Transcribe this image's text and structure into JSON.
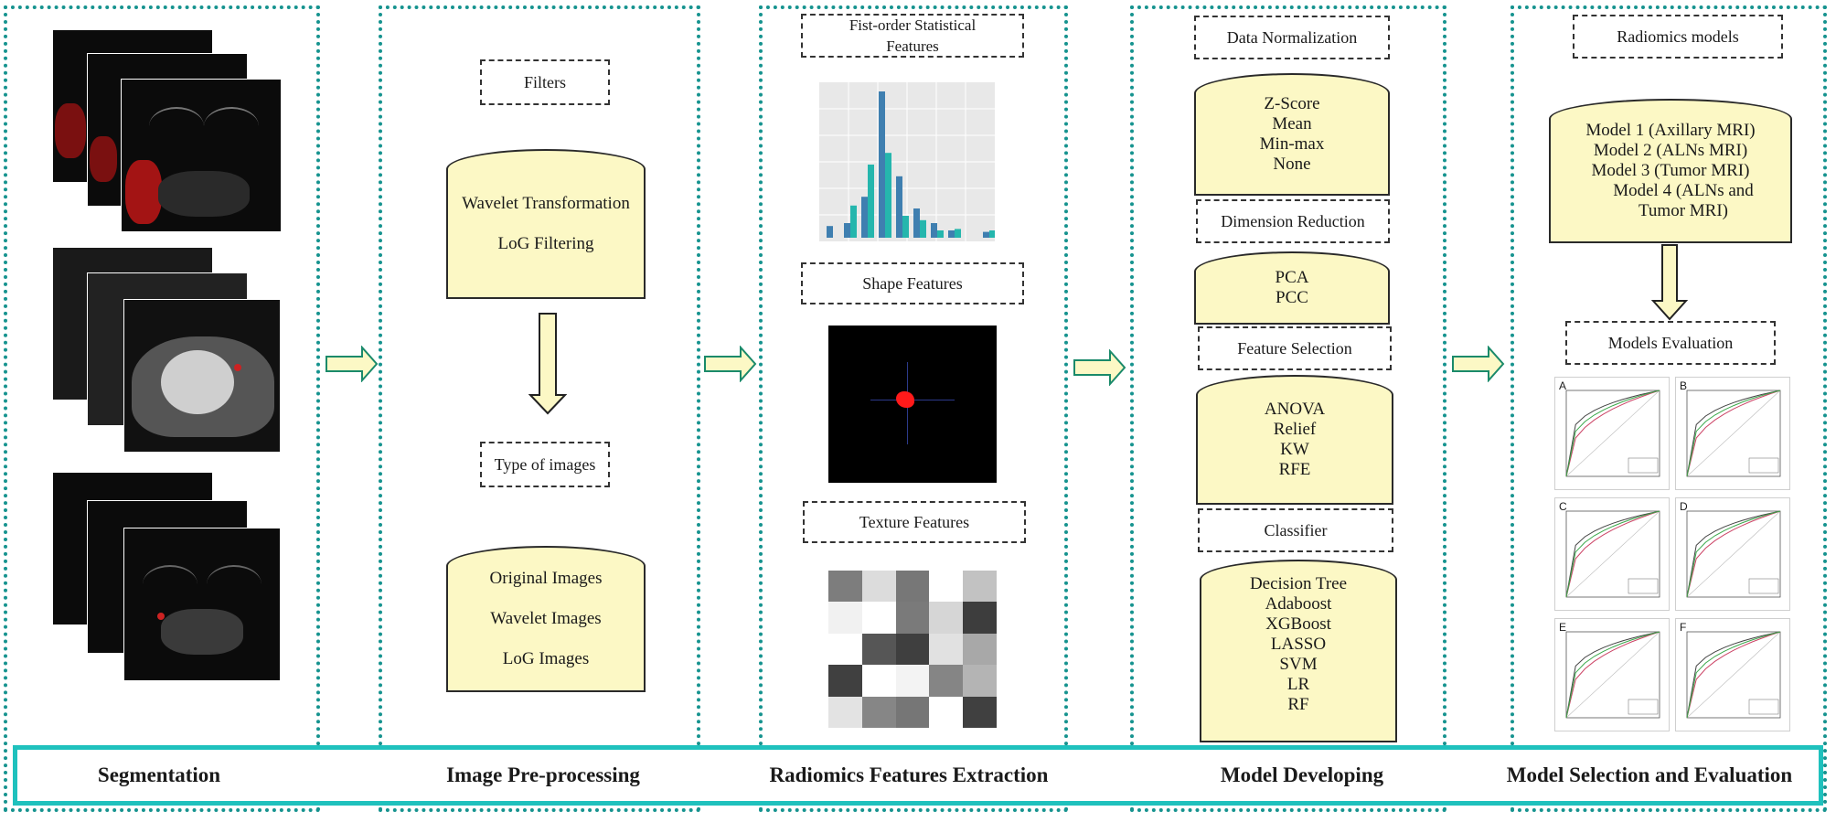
{
  "stages": [
    {
      "id": "segmentation",
      "label": "Segmentation"
    },
    {
      "id": "preprocessing",
      "label": "Image Pre-processing"
    },
    {
      "id": "extraction",
      "label": "Radiomics Features Extraction"
    },
    {
      "id": "developing",
      "label": "Model Developing"
    },
    {
      "id": "selection",
      "label": "Model Selection and Evaluation"
    }
  ],
  "preprocessing": {
    "filters_label": "Filters",
    "methods": [
      "Wavelet Transformation",
      "LoG Filtering"
    ],
    "type_label": "Type of images",
    "image_types": [
      "Original Images",
      "Wavelet Images",
      "LoG Images"
    ]
  },
  "extraction": {
    "first_order_label": "Fist-order Statistical Features",
    "shape_label": "Shape Features",
    "texture_label": "Texture Features",
    "histogram_bars_a": [
      0.08,
      0.1,
      0.28,
      1.0,
      0.42,
      0.2,
      0.1,
      0.05,
      0.0,
      0.04
    ],
    "histogram_bars_b": [
      0.0,
      0.22,
      0.5,
      0.58,
      0.15,
      0.12,
      0.05,
      0.06,
      0.0,
      0.05
    ],
    "texture_grid": [
      [
        "#7d7d7d",
        "#dcdcdc",
        "#777777",
        "#ffffff",
        "#c2c2c2"
      ],
      [
        "#f1f1f1",
        "#ffffff",
        "#7a7a7a",
        "#d6d6d6",
        "#3d3d3d"
      ],
      [
        "#ffffff",
        "#565656",
        "#3f3f3f",
        "#e1e1e1",
        "#a8a8a8"
      ],
      [
        "#404040",
        "#ffffff",
        "#f3f3f3",
        "#858585",
        "#b4b4b4"
      ],
      [
        "#e3e3e3",
        "#868686",
        "#767676",
        "#ffffff",
        "#404040"
      ]
    ]
  },
  "developing": {
    "normalization_label": "Data Normalization",
    "normalization_methods": [
      "Z-Score",
      "Mean",
      "Min-max",
      "None"
    ],
    "reduction_label": "Dimension Reduction",
    "reduction_methods": [
      "PCA",
      "PCC"
    ],
    "feature_selection_label": "Feature Selection",
    "feature_selection_methods": [
      "ANOVA",
      "Relief",
      "KW",
      "RFE"
    ],
    "classifier_label": "Classifier",
    "classifiers": [
      "Decision Tree",
      "Adaboost",
      "XGBoost",
      "LASSO",
      "SVM",
      "LR",
      "RF"
    ]
  },
  "selection": {
    "models_label": "Radiomics models",
    "models": [
      "Model 1 (Axillary MRI)",
      "Model 2 (ALNs MRI)",
      "Model 3 (Tumor MRI)",
      "Model 4 (ALNs and",
      "Tumor MRI)"
    ],
    "evaluation_label": "Models Evaluation",
    "roc_panels": [
      "A",
      "B",
      "C",
      "D",
      "E",
      "F"
    ]
  },
  "colors": {
    "dotted_border": "#16938f",
    "band_border": "#1fc1bd",
    "box_fill": "#fcf8c5",
    "hist_a": "#3f7fb0",
    "hist_b": "#25b6ad"
  }
}
